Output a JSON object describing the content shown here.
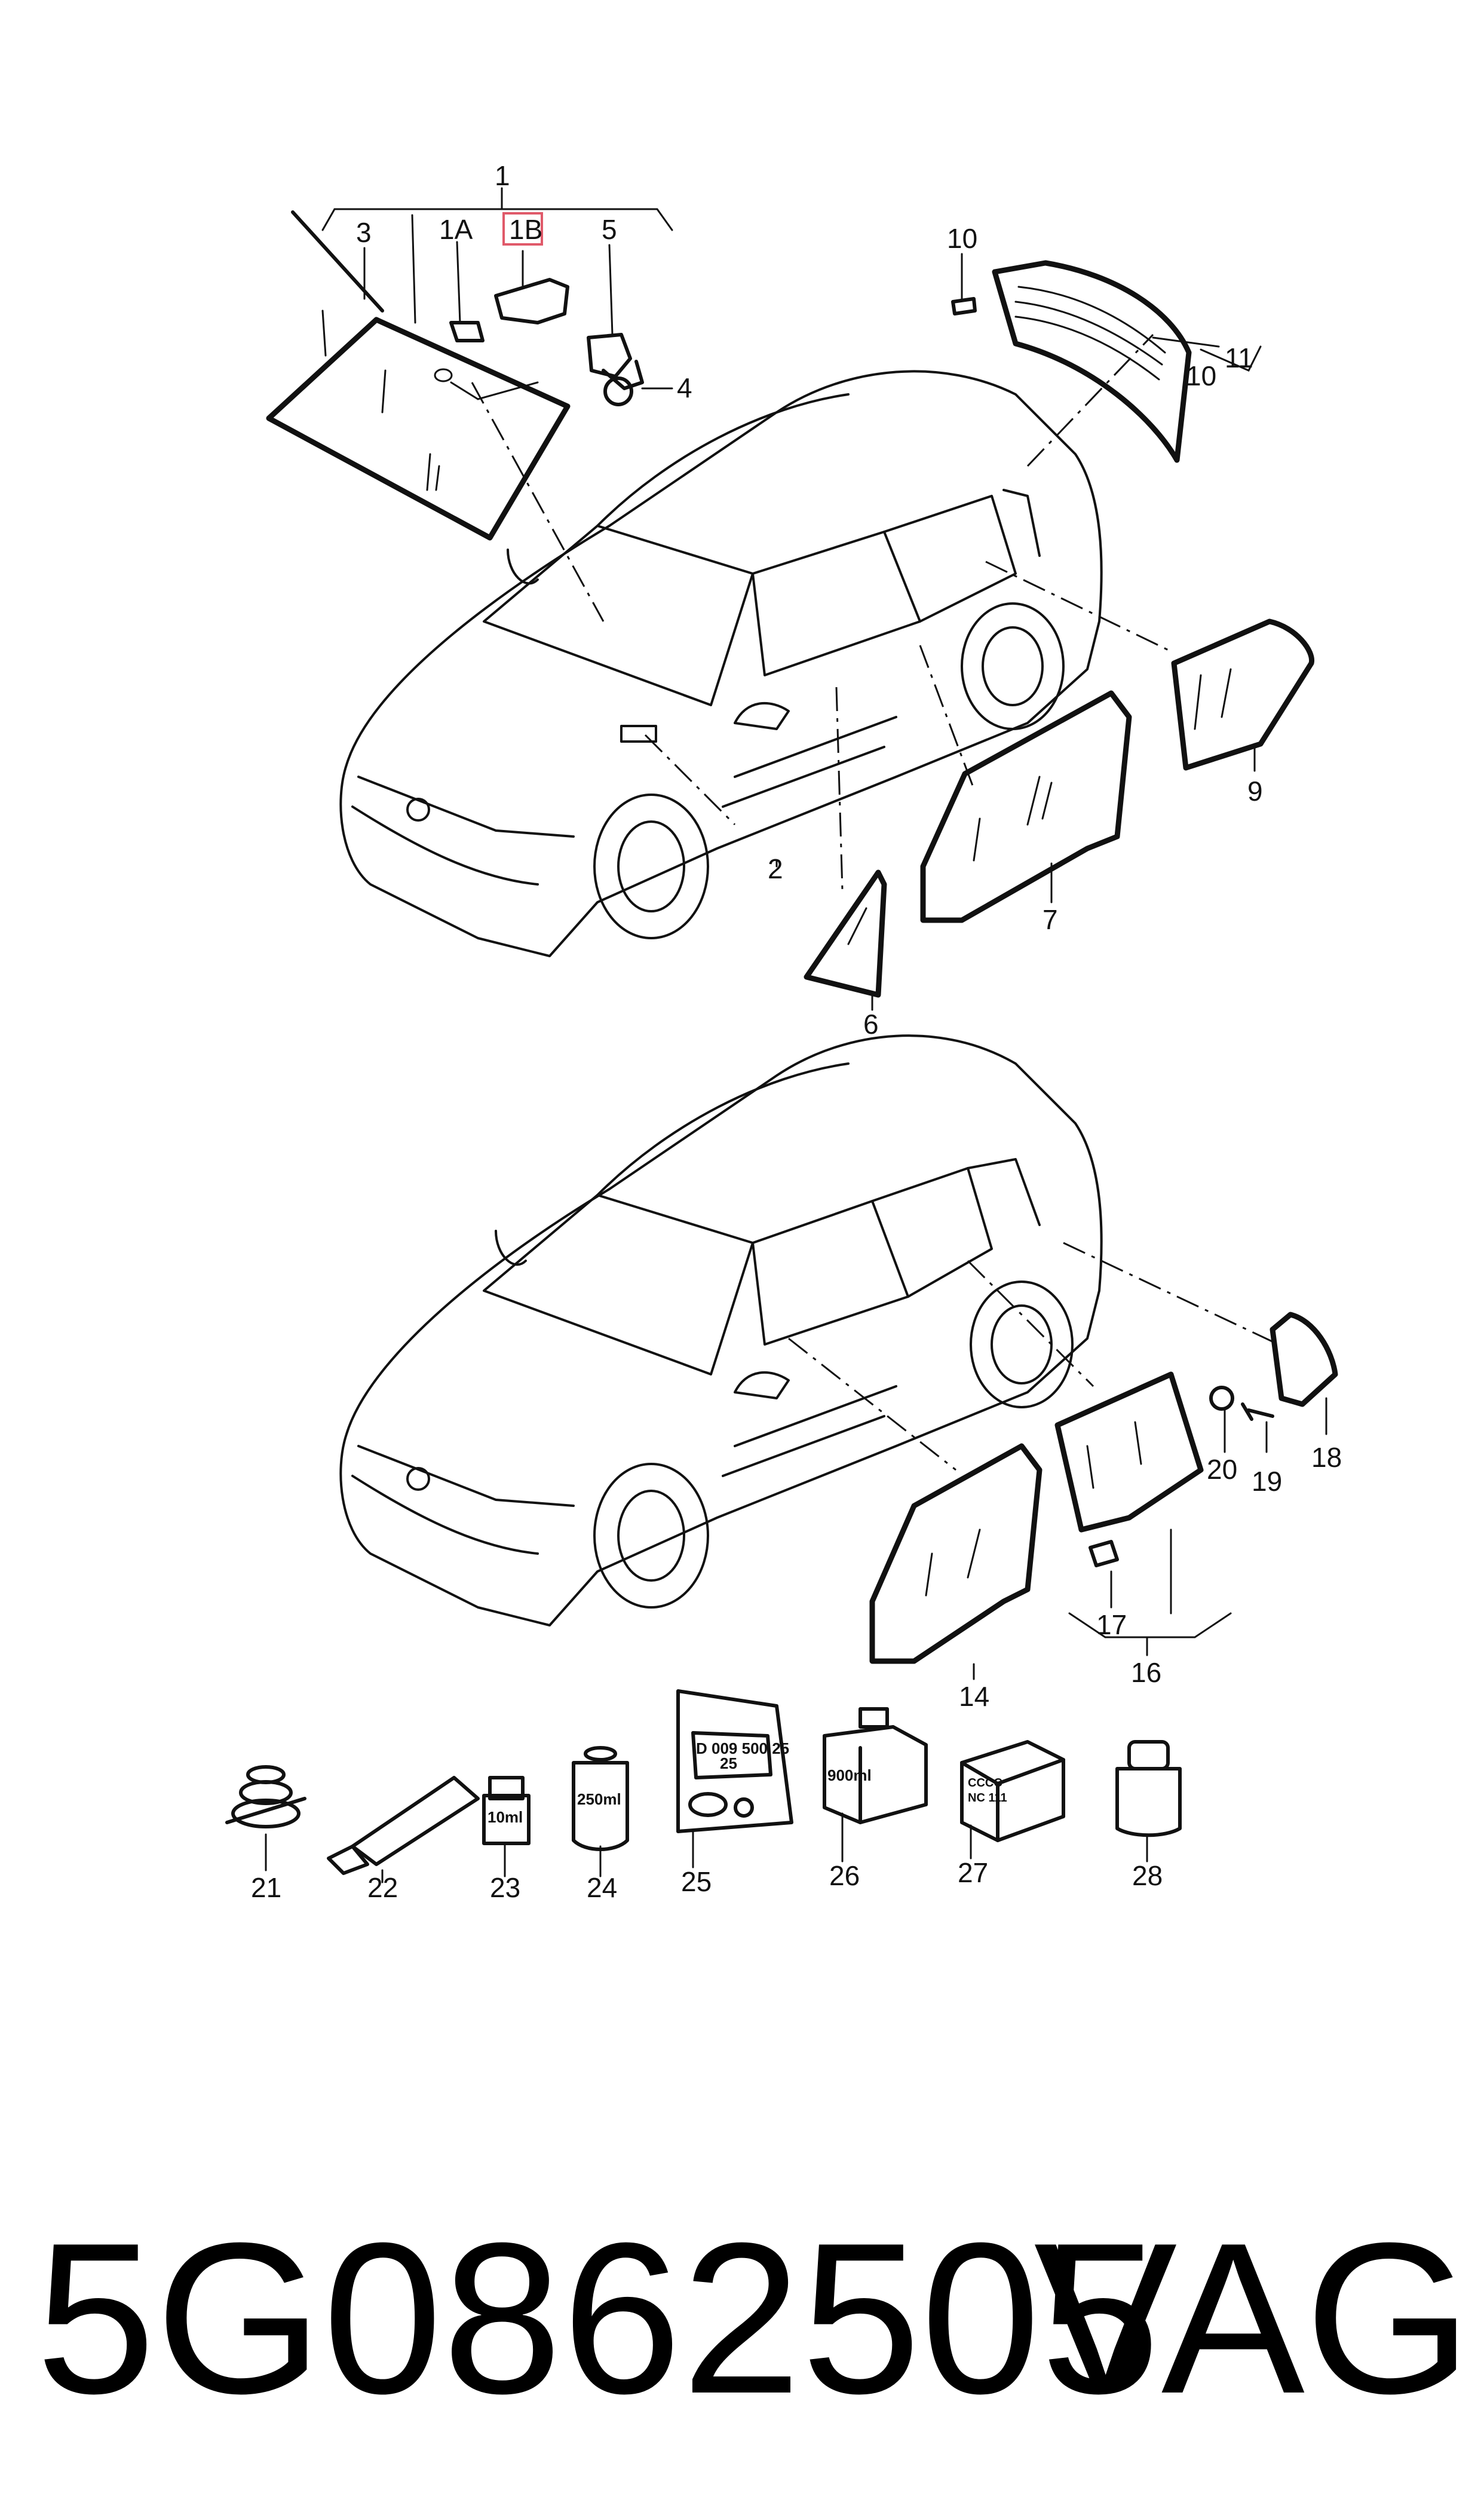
{
  "callouts": {
    "c1": "1",
    "c1a": "1A",
    "c1b": "1B",
    "c2": "2",
    "c3": "3",
    "c4": "4",
    "c5": "5",
    "c6": "6",
    "c7": "7",
    "c9": "9",
    "c10a": "10",
    "c10b": "10",
    "c11": "11",
    "c14": "14",
    "c16": "16",
    "c17": "17",
    "c18": "18",
    "c19": "19",
    "c20": "20",
    "c21": "21",
    "c22": "22",
    "c23": "23",
    "c24": "24",
    "c25": "25",
    "c26": "26",
    "c27": "27",
    "c28": "28"
  },
  "highlight": {
    "color": "#e05a6a",
    "callout": "1B"
  },
  "container_labels": {
    "vial_23": "10ml",
    "can_24": "250ml",
    "bag_25_line1": "D 009 500 25",
    "bag_25_line2": "25",
    "bottle_26": "900ml",
    "box_27_line1": "CCCC",
    "box_27_line2": "NC   111"
  },
  "footer": {
    "part_number": "5G0862505",
    "brand": "VAG"
  }
}
